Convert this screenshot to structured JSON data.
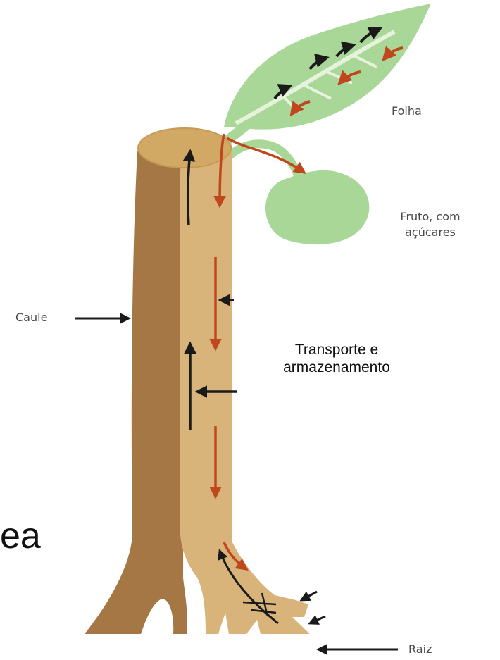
{
  "labels": {
    "leaf": "Folha",
    "fruit_line1": "Fruto, com",
    "fruit_line2": "açúcares",
    "stem": "Caule",
    "transport_line1": "Transporte e",
    "transport_line2": "armazenamento",
    "root": "Raiz",
    "partial_text": "ea"
  },
  "colors": {
    "trunk_dark": "#a47745",
    "trunk_light": "#d9b47a",
    "trunk_top": "#d2a865",
    "leaf": "#a9d798",
    "leaf_vein": "#e6f3dc",
    "arrow_black": "#1a1a1a",
    "arrow_red": "#c0461e"
  },
  "icons": {
    "up_arrow": "arrow-up-icon",
    "down_arrow": "arrow-down-icon",
    "pointer_arrow": "arrow-left-icon"
  }
}
